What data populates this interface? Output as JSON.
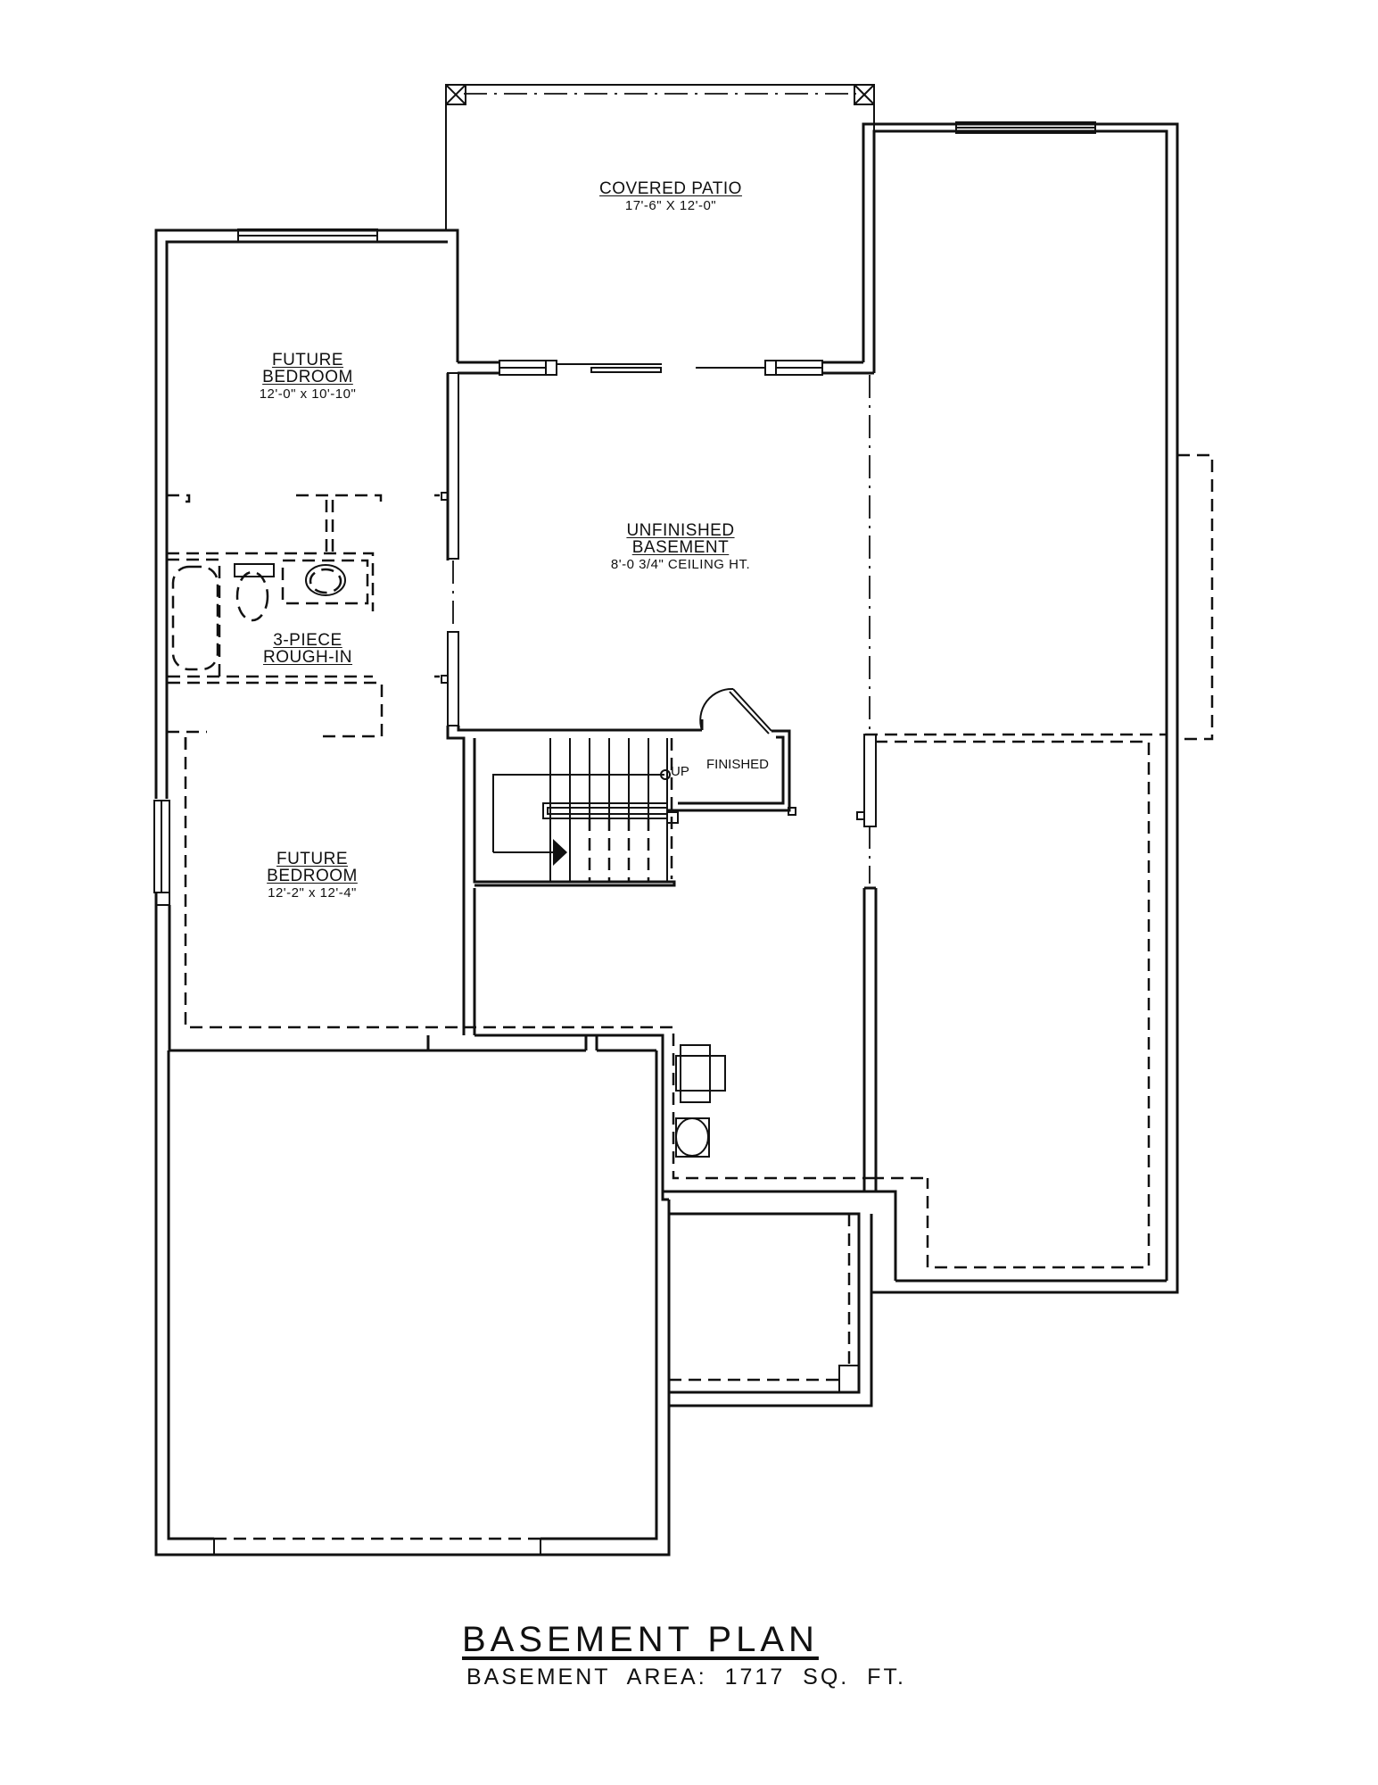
{
  "plan": {
    "title": "BASEMENT PLAN",
    "area_label": "BASEMENT AREA: 1717 SQ. FT."
  },
  "rooms": {
    "covered_patio": {
      "name": "COVERED PATIO",
      "dims": "17'-6\" X 12'-0\""
    },
    "bedroom_1": {
      "name_line1": "FUTURE",
      "name_line2": "BEDROOM",
      "dims": "12'-0\" x 10'-10\""
    },
    "unfinished_basement": {
      "name_line1": "UNFINISHED",
      "name_line2": "BASEMENT",
      "dims": "8'-0 3/4\" CEILING HT."
    },
    "bath_rough_in": {
      "name_line1": "3-PIECE",
      "name_line2": "ROUGH-IN"
    },
    "bedroom_2": {
      "name_line1": "FUTURE",
      "name_line2": "BEDROOM",
      "dims": "12'-2\" x 12'-4\""
    }
  },
  "stairs": {
    "direction_label": "UP",
    "landing_label": "FINISHED"
  },
  "colors": {
    "line": "#111111",
    "background": "#ffffff"
  }
}
